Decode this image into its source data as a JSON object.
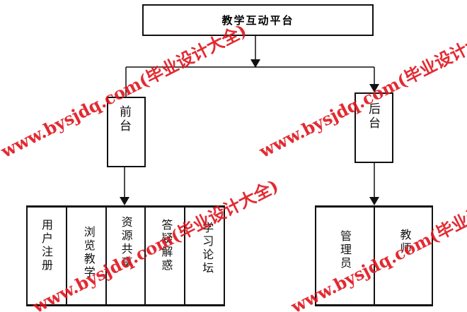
{
  "root": {
    "label": "教学互动平台"
  },
  "branches": [
    {
      "label": "前台",
      "children": [
        "用户注册",
        "浏览教学",
        "资源共享",
        "答疑解惑",
        "学习论坛"
      ]
    },
    {
      "label": "后台",
      "children": [
        "管理员",
        "教师"
      ]
    }
  ],
  "watermark": "www.bysjdq.com(毕业设计大全)",
  "colors": {
    "line": "#111111",
    "watermark": "#e0141c"
  }
}
